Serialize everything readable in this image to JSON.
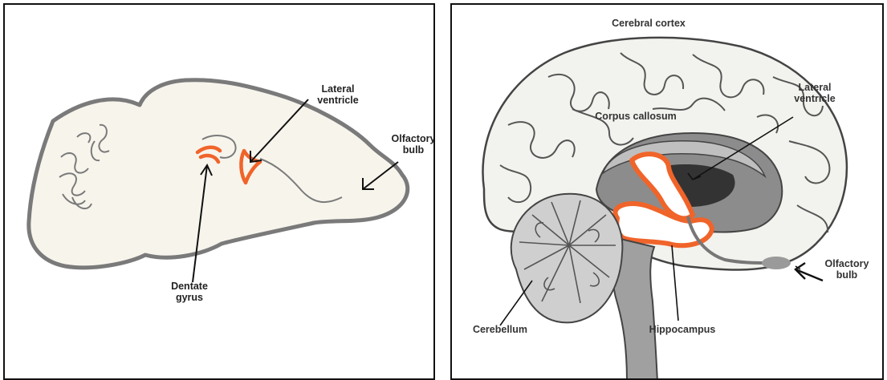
{
  "left_panel": {
    "labels": {
      "lateral_ventricle": "Lateral\nventricle",
      "olfactory_bulb": "Olfactory\nbulb",
      "dentate_gyrus": "Dentate\ngyrus"
    }
  },
  "right_panel": {
    "labels": {
      "cerebral_cortex": "Cerebral cortex",
      "corpus_callosum": "Corpus callosum",
      "lateral_ventricle": "Lateral\nventricle",
      "olfactory_bulb": "Olfactory\nbulb",
      "cerebellum": "Cerebellum",
      "hippocampus": "Hippocampus"
    }
  },
  "colors": {
    "highlight": "#f0642a",
    "mouse_fill": "#f7f4ec",
    "mouse_outline": "#7a7a7a"
  }
}
